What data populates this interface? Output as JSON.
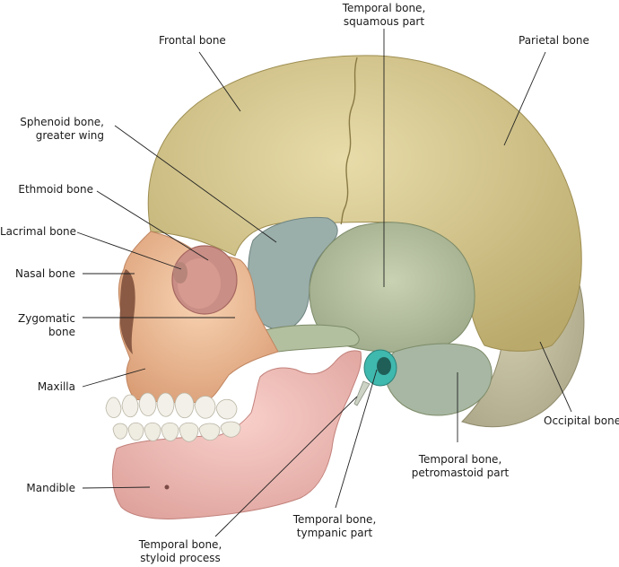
{
  "labels": {
    "frontal": [
      "Frontal bone"
    ],
    "temporal_squamous": [
      "Temporal bone,",
      "squamous part"
    ],
    "parietal": [
      "Parietal bone"
    ],
    "sphenoid": [
      "Sphenoid bone,",
      "greater wing"
    ],
    "ethmoid": [
      "Ethmoid bone"
    ],
    "lacrimal": [
      "Lacrimal bone"
    ],
    "nasal": [
      "Nasal bone"
    ],
    "zygomatic": [
      "Zygomatic",
      "bone"
    ],
    "maxilla": [
      "Maxilla"
    ],
    "mandible": [
      "Mandible"
    ],
    "occipital": [
      "Occipital bone"
    ],
    "temporal_petromastoid": [
      "Temporal bone,",
      "petromastoid part"
    ],
    "temporal_tympanic": [
      "Temporal bone,",
      "tympanic part"
    ],
    "temporal_styloid": [
      "Temporal bone,",
      "styloid process"
    ]
  },
  "colors": {
    "frontal_parietal": "#d8c98a",
    "sphenoid": "#9aaeaa",
    "temporal": "#b8c39f",
    "ethmoid": "#c98e86",
    "facial": "#efbf9a",
    "mandible": "#f1b9b4",
    "occipital": "#c9c4a6",
    "tympanic": "#3fb8ae",
    "teeth": "#f2f0e8"
  }
}
